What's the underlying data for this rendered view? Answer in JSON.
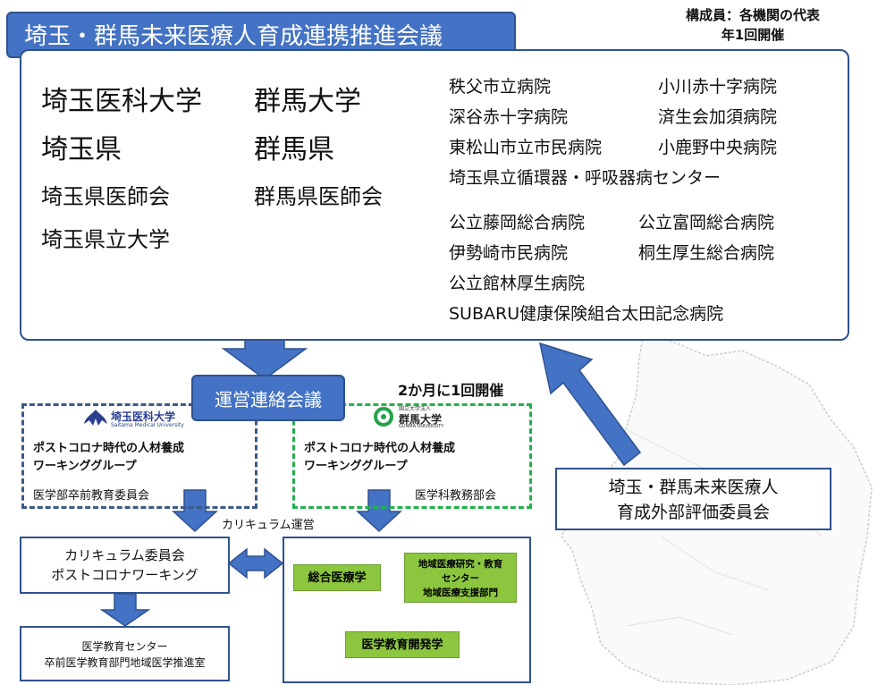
{
  "title": "埼玉・群馬未来医療人育成連携推進会議",
  "members_note": [
    "構成員：各機関の代表",
    "年1回開催"
  ],
  "council": {
    "left_column": [
      "埼玉医科大学",
      "埼玉県",
      "埼玉県医師会",
      "埼玉県立大学"
    ],
    "mid_column": [
      "群馬大学",
      "群馬県",
      "群馬県医師会"
    ],
    "hospitals_saitama": [
      [
        "秩父市立病院",
        "小川赤十字病院"
      ],
      [
        "深谷赤十字病院",
        "済生会加須病院"
      ],
      [
        "東松山市立市民病院",
        "小鹿野中央病院"
      ],
      [
        "埼玉県立循環器・呼吸器病センター"
      ]
    ],
    "hospitals_gunma": [
      [
        "公立藤岡総合病院",
        "公立富岡総合病院"
      ],
      [
        "伊勢崎市民病院",
        "桐生厚生総合病院"
      ],
      [
        "公立館林厚生病院"
      ],
      [
        "SUBARU健康保険組合太田記念病院"
      ]
    ]
  },
  "liaison": {
    "label": "運営連絡会議",
    "frequency": "2か月に1回開催"
  },
  "saitama_group": {
    "logo_name": "埼玉医科大学",
    "logo_en": "Saitama Medical University",
    "wg_line1": "ポストコロナ時代の人材養成",
    "wg_line2": "ワーキンググループ",
    "committee": "医学部卒前教育委員会"
  },
  "gunma_group": {
    "logo_top": "国立大学法人",
    "logo_name": "群馬大学",
    "logo_en": "GUNMA UNIVERSITY",
    "wg_line1": "ポストコロナ時代の人材養成",
    "wg_line2": "ワーキンググループ",
    "committee": "医学科教務部会"
  },
  "curriculum_label": "カリキュラム運営",
  "curriculum_box": [
    "カリキュラム委員会",
    "ポストコロナワーキング"
  ],
  "education_center": [
    "医学教育センター",
    "卒前医学教育部門地域医学推進室"
  ],
  "gunma_nodes": {
    "general": "総合医療学",
    "regional": [
      "地域医療研究・教育",
      "センター",
      "地域医療支援部門"
    ],
    "education": "医学教育開発学"
  },
  "evaluation": [
    "埼玉・群馬未来医療人",
    "育成外部評価委員会"
  ],
  "colors": {
    "blue": "#4472c4",
    "green": "#8cc63f",
    "navy": "#2f528f"
  }
}
